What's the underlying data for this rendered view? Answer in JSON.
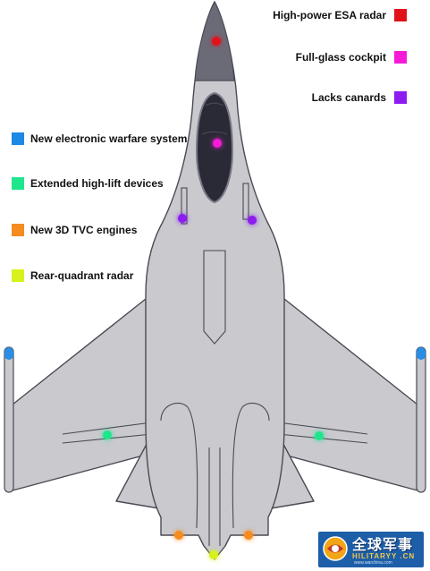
{
  "legend": {
    "esa": {
      "label": "High-power ESA radar",
      "color": "#e0131a"
    },
    "cockpit": {
      "label": "Full-glass cockpit",
      "color": "#f51bd7"
    },
    "canards": {
      "label": "Lacks canards",
      "color": "#8c1cf0"
    },
    "ew": {
      "label": "New electronic warfare system",
      "color": "#1e88e5"
    },
    "hilift": {
      "label": "Extended high-lift devices",
      "color": "#1ee68c"
    },
    "tvc": {
      "label": "New 3D TVC engines",
      "color": "#f68b1f"
    },
    "rear": {
      "label": "Rear-quadrant radar",
      "color": "#d6f21a"
    }
  },
  "aircraft": {
    "body_color": "#c9c9ce",
    "outline_color": "#4a4a55",
    "nose_color": "#6b6b78",
    "canopy_color": "#2a2a36",
    "wingtip_pod_color": "#2a8ee6"
  },
  "watermark": {
    "brand": "全球军事",
    "site": "HILITARYY .CN",
    "url": "www.warchina.com"
  }
}
